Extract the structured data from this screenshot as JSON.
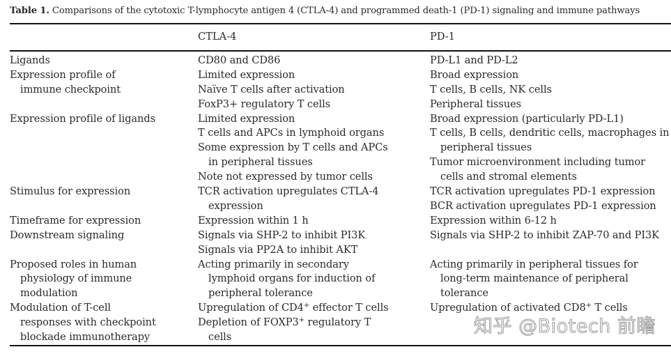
{
  "caption": {
    "label": "Table 1.",
    "text": "Comparisons of the cytotoxic T-lymphocyte antigen 4 (CTLA-4) and programmed death-1 (PD-1) signaling and immune pathways"
  },
  "headers": [
    "",
    "CTLA-4",
    "PD-1"
  ],
  "rows": [
    {
      "height_lines": 1,
      "feature": [
        {
          "t": "Ligands"
        }
      ],
      "ctla4": [
        {
          "t": "CD80 and CD86"
        }
      ],
      "pd1": [
        {
          "t": "PD-L1 and PD-L2"
        }
      ]
    },
    {
      "height_lines": 3,
      "feature": [
        {
          "t": "Expression profile of"
        },
        {
          "t": "immune checkpoint",
          "indent": true
        }
      ],
      "ctla4": [
        {
          "t": "Limited expression"
        },
        {
          "t": "Naïve T cells after activation"
        },
        {
          "t": "FoxP3+ regulatory T cells"
        }
      ],
      "pd1": [
        {
          "t": "Broad expression"
        },
        {
          "t": "T cells, B cells, NK cells"
        },
        {
          "t": "Peripheral tissues"
        }
      ]
    },
    {
      "height_lines": 5,
      "feature": [
        {
          "t": "Expression profile of ligands"
        }
      ],
      "ctla4": [
        {
          "t": "Limited expression"
        },
        {
          "t": "T cells and APCs in lymphoid organs"
        },
        {
          "t": "Some expression by T cells and APCs"
        },
        {
          "t": "in peripheral tissues",
          "indent": true
        },
        {
          "t": "Note not expressed by tumor cells"
        }
      ],
      "pd1": [
        {
          "t": "Broad expression (particularly PD-L1)"
        },
        {
          "t": "T cells, B cells, dendritic cells, macrophages in"
        },
        {
          "t": "peripheral tissues",
          "indent": true
        },
        {
          "t": "Tumor microenvironment including tumor"
        },
        {
          "t": "cells and stromal elements",
          "indent": true
        }
      ]
    },
    {
      "height_lines": 2,
      "feature": [
        {
          "t": "Stimulus for expression"
        }
      ],
      "ctla4": [
        {
          "t": "TCR activation upregulates CTLA-4"
        },
        {
          "t": "expression",
          "indent": true
        }
      ],
      "pd1": [
        {
          "t": "TCR activation upregulates PD-1 expression"
        },
        {
          "t": "BCR activation upregulates PD-1 expression"
        }
      ]
    },
    {
      "height_lines": 1,
      "feature": [
        {
          "t": "Timeframe for expression"
        }
      ],
      "ctla4": [
        {
          "t": "Expression within 1 h"
        }
      ],
      "pd1": [
        {
          "t": "Expression within 6-12 h"
        }
      ]
    },
    {
      "height_lines": 2,
      "feature": [
        {
          "t": "Downstream signaling"
        }
      ],
      "ctla4": [
        {
          "t": "Signals via SHP-2 to inhibit PI3K"
        },
        {
          "t": "Signals via PP2A to inhibit AKT"
        }
      ],
      "pd1": [
        {
          "t": "Signals via SHP-2 to inhibit ZAP-70 and PI3K"
        }
      ]
    },
    {
      "height_lines": 3,
      "feature": [
        {
          "t": "Proposed roles in human"
        },
        {
          "t": "physiology of immune",
          "indent": true
        },
        {
          "t": "modulation",
          "indent": true
        }
      ],
      "ctla4": [
        {
          "t": "Acting primarily in secondary"
        },
        {
          "t": "lymphoid organs for induction of",
          "indent": true
        },
        {
          "t": "peripheral tolerance",
          "indent": true
        }
      ],
      "pd1": [
        {
          "t": "Acting primarily in peripheral tissues for"
        },
        {
          "t": "long-term maintenance of peripheral",
          "indent": true
        },
        {
          "t": "tolerance",
          "indent": true
        }
      ]
    },
    {
      "height_lines": 3,
      "feature": [
        {
          "t": "Modulation of T-cell"
        },
        {
          "t": "responses with checkpoint",
          "indent": true
        },
        {
          "t": "blockade immunotherapy",
          "indent": true
        }
      ],
      "ctla4": [
        {
          "t": "Upregulation of CD4",
          "sup": "+",
          "after": " effector T cells"
        },
        {
          "t": "Depletion of FOXP3",
          "sup": "+",
          "after": " regulatory T"
        },
        {
          "t": "cells",
          "indent": true
        }
      ],
      "pd1": [
        {
          "t": "Upregulation of activated CD8",
          "sup": "+",
          "after": " T cells"
        }
      ]
    }
  ],
  "watermark": "知乎 @Biotech 前瞻"
}
